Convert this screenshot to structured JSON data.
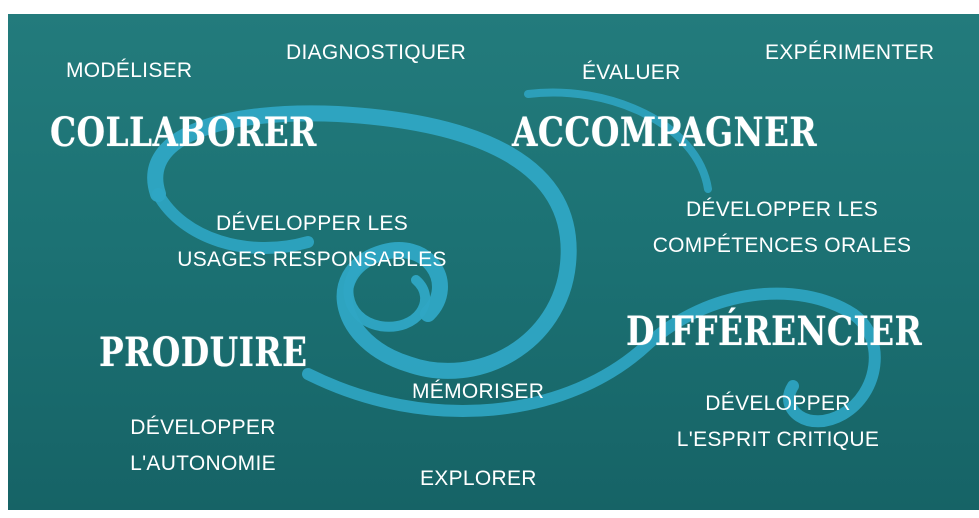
{
  "poster": {
    "background_color": "#1c7274",
    "swirl_color": "#2fa6c4",
    "verbs_small": {
      "modeliser": "MODÉLISER",
      "diagnostiquer": "DIAGNOSTIQUER",
      "evaluer": "ÉVALUER",
      "experimenter": "EXPÉRIMENTER",
      "memoriser": "MÉMORISER",
      "explorer": "EXPLORER"
    },
    "verbs_large": {
      "collaborer": "COLLABORER",
      "accompagner": "ACCOMPAGNER",
      "produire": "PRODUIRE",
      "differencier": "DIFFÉRENCIER"
    },
    "phrases": {
      "usages_line1": "DÉVELOPPER LES",
      "usages_line2": "USAGES RESPONSABLES",
      "orales_line1": "DÉVELOPPER LES",
      "orales_line2": "COMPÉTENCES ORALES",
      "autonomie_line1": "DÉVELOPPER",
      "autonomie_line2": "L'AUTONOMIE",
      "critique_line1": "DÉVELOPPER",
      "critique_line2": "L'ESPRIT CRITIQUE"
    }
  }
}
